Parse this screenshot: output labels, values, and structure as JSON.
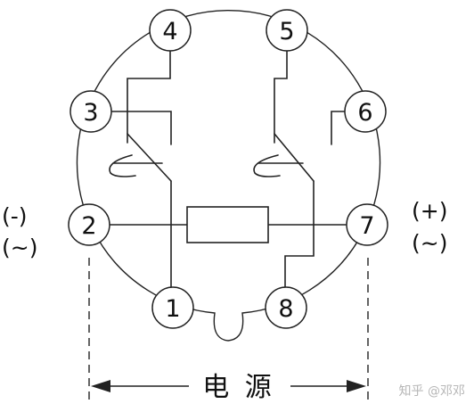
{
  "diagram": {
    "pins": [
      {
        "id": "pin-1",
        "label": "1"
      },
      {
        "id": "pin-2",
        "label": "2"
      },
      {
        "id": "pin-3",
        "label": "3"
      },
      {
        "id": "pin-4",
        "label": "4"
      },
      {
        "id": "pin-5",
        "label": "5"
      },
      {
        "id": "pin-6",
        "label": "6"
      },
      {
        "id": "pin-7",
        "label": "7"
      },
      {
        "id": "pin-8",
        "label": "8"
      }
    ],
    "polarity_left_top": "(-)",
    "polarity_left_bottom": "(~)",
    "polarity_right_top": "(+)",
    "polarity_right_bottom": "(~)",
    "supply_label": "电 源",
    "watermark": "知乎 @邓邓"
  }
}
